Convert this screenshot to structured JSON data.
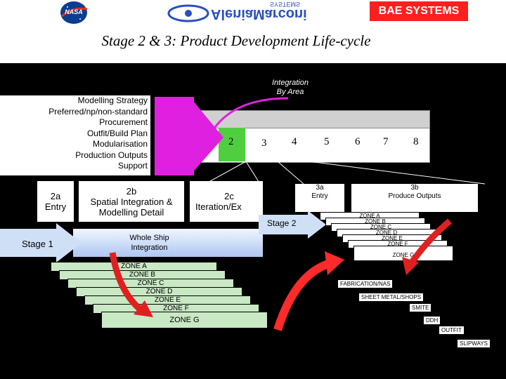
{
  "header": {
    "nasa_logo": "NASA",
    "alenia_logo": "AleniaMarconi",
    "alenia_sub": "SYSTEMS",
    "bae_logo": "BAE SYSTEMS",
    "title": "Stage 2 & 3: Product Development Life-cycle"
  },
  "strategy": {
    "items": [
      "Modelling Strategy",
      "Preferred/np/non-standard",
      "Procurement",
      "Outfit/Build Plan",
      "Modularisation",
      "Production Outputs",
      "Support"
    ]
  },
  "callout": {
    "line1": "Integration",
    "line2": "By Area"
  },
  "bar_numbers": [
    "2",
    "3",
    "4",
    "5",
    "6",
    "7",
    "8"
  ],
  "stage2": {
    "col_2a_line1": "2a",
    "col_2a_line2": "Entry",
    "col_2b_line1": "2b",
    "col_2b_line2": "Spatial Integration &",
    "col_2b_line3": "Modelling Detail",
    "col_2c_line1": "2c",
    "col_2c_line2": "Iteration/Ex",
    "stage1": "Stage 1",
    "whole_ship_line1": "Whole Ship",
    "whole_ship_line2": "Integration",
    "zones": [
      "ZONE A",
      "ZONE B",
      "ZONE C",
      "ZONE D",
      "ZONE E",
      "ZONE F",
      "ZONE G"
    ]
  },
  "stage3": {
    "col_3a_line1": "3a",
    "col_3a_line2": "Entry",
    "col_3b_line1": "3b",
    "col_3b_line2": "Produce Outputs",
    "stage2_label": "Stage 2",
    "zones": [
      "ZONE A",
      "ZONE B",
      "ZONE C",
      "ZONE D",
      "ZONE E",
      "ZONE F",
      "ZONE G"
    ],
    "outputs": [
      "FABRICATION/NAS",
      "SHEET METAL/SHOPS",
      "SMITE",
      "DDH",
      "OUTFIT",
      "SLIPWAYS"
    ]
  },
  "colors": {
    "magenta": "#e020e0",
    "red_arrow": "#e02020",
    "bae_red": "#ff1f1f",
    "zone_green": "#c9e8c4",
    "whole_ship_blue": "#aec6f2"
  }
}
